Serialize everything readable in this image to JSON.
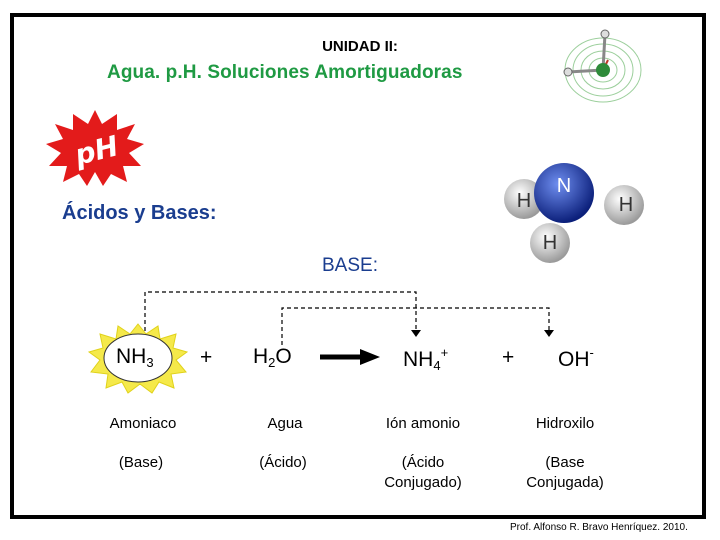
{
  "unit_title": "UNIDAD II:",
  "title": "Agua. p.H. Soluciones Amortiguadoras",
  "ph_badge": "pH",
  "section_heading": "Ácidos y Bases:",
  "base_label": "BASE:",
  "molecule": {
    "center": "N",
    "left": "H",
    "right": "H",
    "bottom": "H"
  },
  "equation": {
    "reactant1": {
      "main": "NH",
      "sub": "3",
      "name": "Amoniaco",
      "role": "(Base)"
    },
    "plus1": "+",
    "reactant2": {
      "main": "H",
      "sub": "2",
      "main2": "O",
      "name": "Agua",
      "role": "(Ácido)"
    },
    "product1": {
      "main": "NH",
      "sub": "4",
      "sup": "+",
      "name": "Ión amonio",
      "role1": "(Ácido",
      "role2": "Conjugado)"
    },
    "plus2": "+",
    "product2": {
      "main": "OH",
      "sup": "-",
      "name": "Hidroxilo",
      "role1": "(Base",
      "role2": "Conjugada)"
    }
  },
  "footer": "Prof. Alfonso R. Bravo Henríquez. 2010.",
  "colors": {
    "title": "#1f9a43",
    "heading": "#1a3d8f",
    "badge": "#e31b1b",
    "burst": "#f5e94a",
    "nitrogen": "#1d3fb8"
  }
}
